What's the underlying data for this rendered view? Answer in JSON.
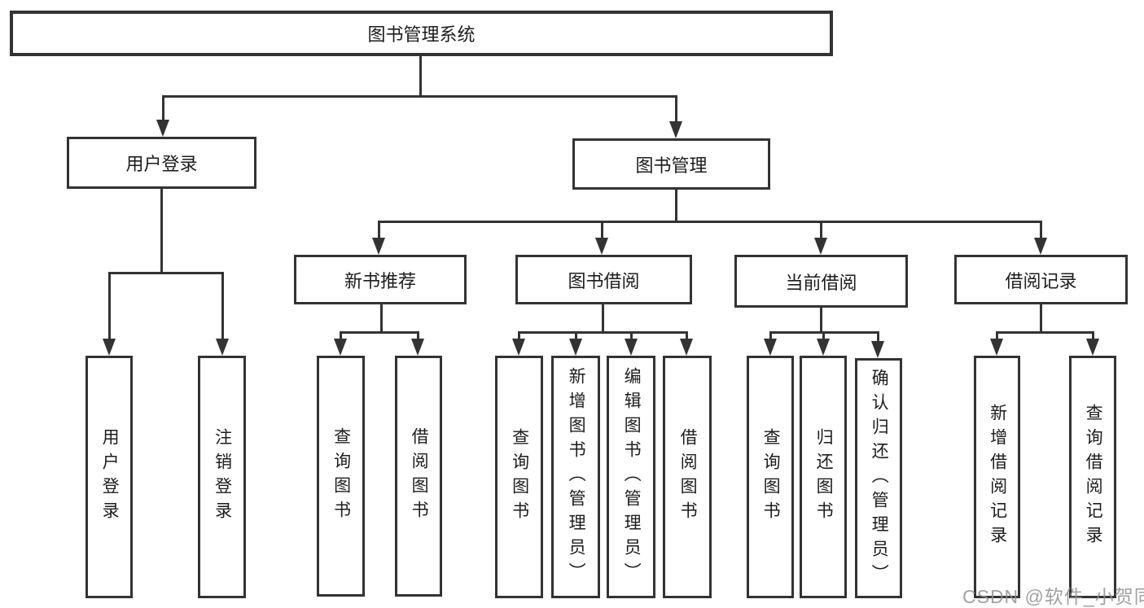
{
  "diagram": {
    "root": {
      "label": "图书管理系统"
    },
    "branches": [
      {
        "label": "用户登录",
        "children": [
          {
            "label": "用户登录"
          },
          {
            "label": "注销登录"
          }
        ]
      },
      {
        "label": "图书管理",
        "children": [
          {
            "label": "新书推荐",
            "children": [
              {
                "label": "查询图书"
              },
              {
                "label": "借阅图书"
              }
            ]
          },
          {
            "label": "图书借阅",
            "children": [
              {
                "label": "查询图书"
              },
              {
                "label": "新增图书（管理员）"
              },
              {
                "label": "编辑图书（管理员）"
              },
              {
                "label": "借阅图书"
              }
            ]
          },
          {
            "label": "当前借阅",
            "children": [
              {
                "label": "查询图书"
              },
              {
                "label": "归还图书"
              },
              {
                "label": "确认归还（管理员）"
              }
            ]
          },
          {
            "label": "借阅记录",
            "children": [
              {
                "label": "新增借阅记录"
              },
              {
                "label": "查询借阅记录"
              }
            ]
          }
        ]
      }
    ]
  },
  "watermark": {
    "text": "CSDN @软件_小贺同学"
  },
  "colors": {
    "line": "#333333",
    "text": "#1c1c1e",
    "background": "#ffffff",
    "watermark": "#919191"
  }
}
